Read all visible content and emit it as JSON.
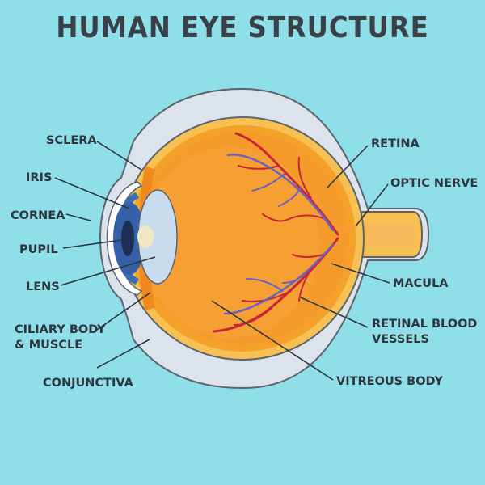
{
  "title": "HUMAN EYE STRUCTURE",
  "labels": {
    "sclera": "SCLERA",
    "iris": "IRIS",
    "cornea": "CORNEA",
    "pupil": "PUPIL",
    "lens": "LENS",
    "ciliary_line1": "CILIARY BODY",
    "ciliary_line2": "& MUSCLE",
    "conjunctiva": "CONJUNCTIVA",
    "retina": "RETINA",
    "optic_nerve": "OPTIC NERVE",
    "macula": "MACULA",
    "vessels_line1": "RETINAL BLOOD",
    "vessels_line2": "VESSELS",
    "vitreous": "VITREOUS BODY"
  },
  "colors": {
    "background": "#8fdfe9",
    "conjunctiva": "#dde3ea",
    "sclera_outline": "#5b6470",
    "sclera": "#f6c052",
    "choroid": "#f4a12a",
    "vitreous": "#f59b2b",
    "iris": "#3d6fb8",
    "lens": "#c9dcef",
    "vessel_red": "#c8243a",
    "vessel_blue": "#6a64c0",
    "text": "#2f3640"
  }
}
